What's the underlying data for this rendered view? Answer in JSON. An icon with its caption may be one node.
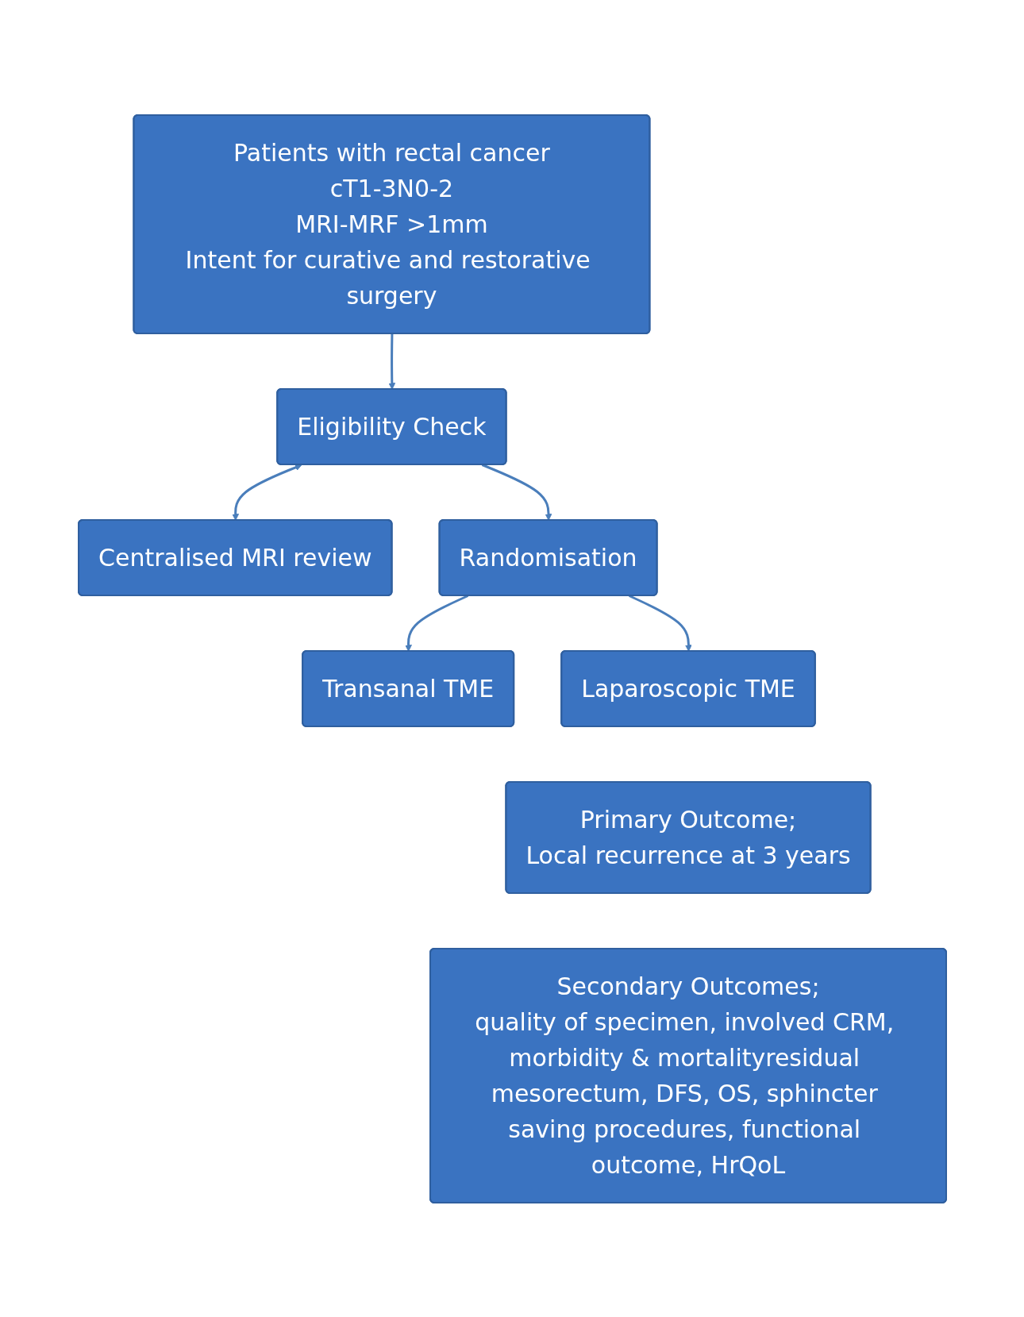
{
  "diagram": {
    "nodes": [
      {
        "text": [
          "Patients with rectal cancer",
          "cT1-3N0-2",
          "MRI-MRF >1mm",
          "Intent for curative and restorative surgery"
        ]
      },
      {
        "text": [
          "Eligibility Check"
        ]
      },
      {
        "text": [
          "Centralised MRI review"
        ]
      },
      {
        "text": [
          "Randomisation"
        ]
      },
      {
        "text": [
          "Transanal TME"
        ]
      },
      {
        "text": [
          "Laparoscopic TME"
        ]
      },
      {
        "text": [
          "Primary Outcome;",
          "Local recurrence at 3 years"
        ]
      },
      {
        "text": [
          "Secondary Outcomes;",
          "quality of specimen, involved CRM, morbidity & mortalityresidual mesorectum, DFS, OS, sphincter saving procedures, functional outcome, HrQoL"
        ]
      }
    ],
    "edges": [
      {
        "from": 0,
        "to": 1,
        "arrow": "to"
      },
      {
        "from": 1,
        "to": 2,
        "arrow": "both"
      },
      {
        "from": 1,
        "to": 3,
        "arrow": "to"
      },
      {
        "from": 3,
        "to": 4,
        "arrow": "to"
      },
      {
        "from": 3,
        "to": 5,
        "arrow": "to"
      }
    ]
  }
}
